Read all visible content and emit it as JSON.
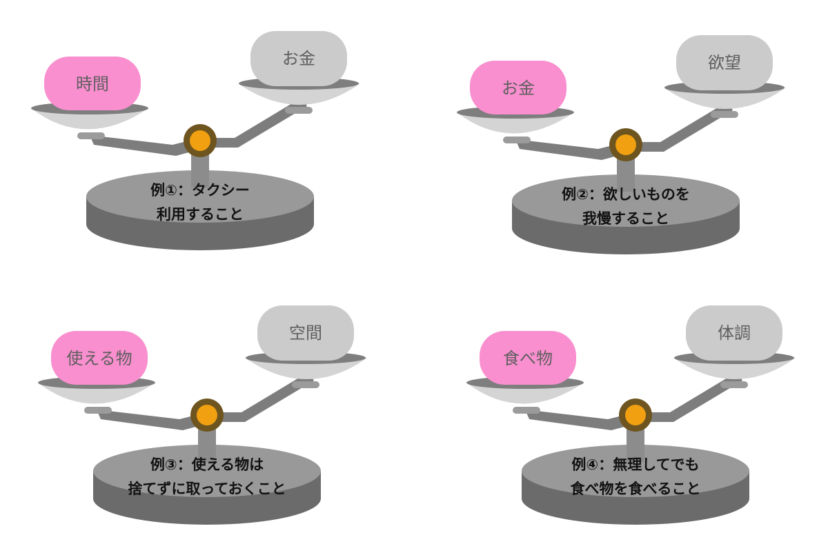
{
  "colors": {
    "pink_weight": "#f98fcf",
    "grey_weight": "#cbcbcb",
    "pan_light": "#c9c9c9",
    "pan_dark": "#7a7a7a",
    "beam": "#7d7d7d",
    "base_top": "#999999",
    "base_side": "#6b6b6b",
    "pivot_outer": "#6e5520",
    "pivot_inner": "#f0a010"
  },
  "scales": [
    {
      "left_label": "時間",
      "right_label": "お金",
      "caption_line1": "例①：タクシー",
      "caption_line2": "利用すること"
    },
    {
      "left_label": "お金",
      "right_label": "欲望",
      "caption_line1": "例②：欲しいものを",
      "caption_line2": "我慢すること"
    },
    {
      "left_label": "使える物",
      "right_label": "空間",
      "caption_line1": "例③：使える物は",
      "caption_line2": "捨てずに取っておくこと"
    },
    {
      "left_label": "食べ物",
      "right_label": "体調",
      "caption_line1": "例④：無理してでも",
      "caption_line2": "食べ物を食べること"
    }
  ]
}
